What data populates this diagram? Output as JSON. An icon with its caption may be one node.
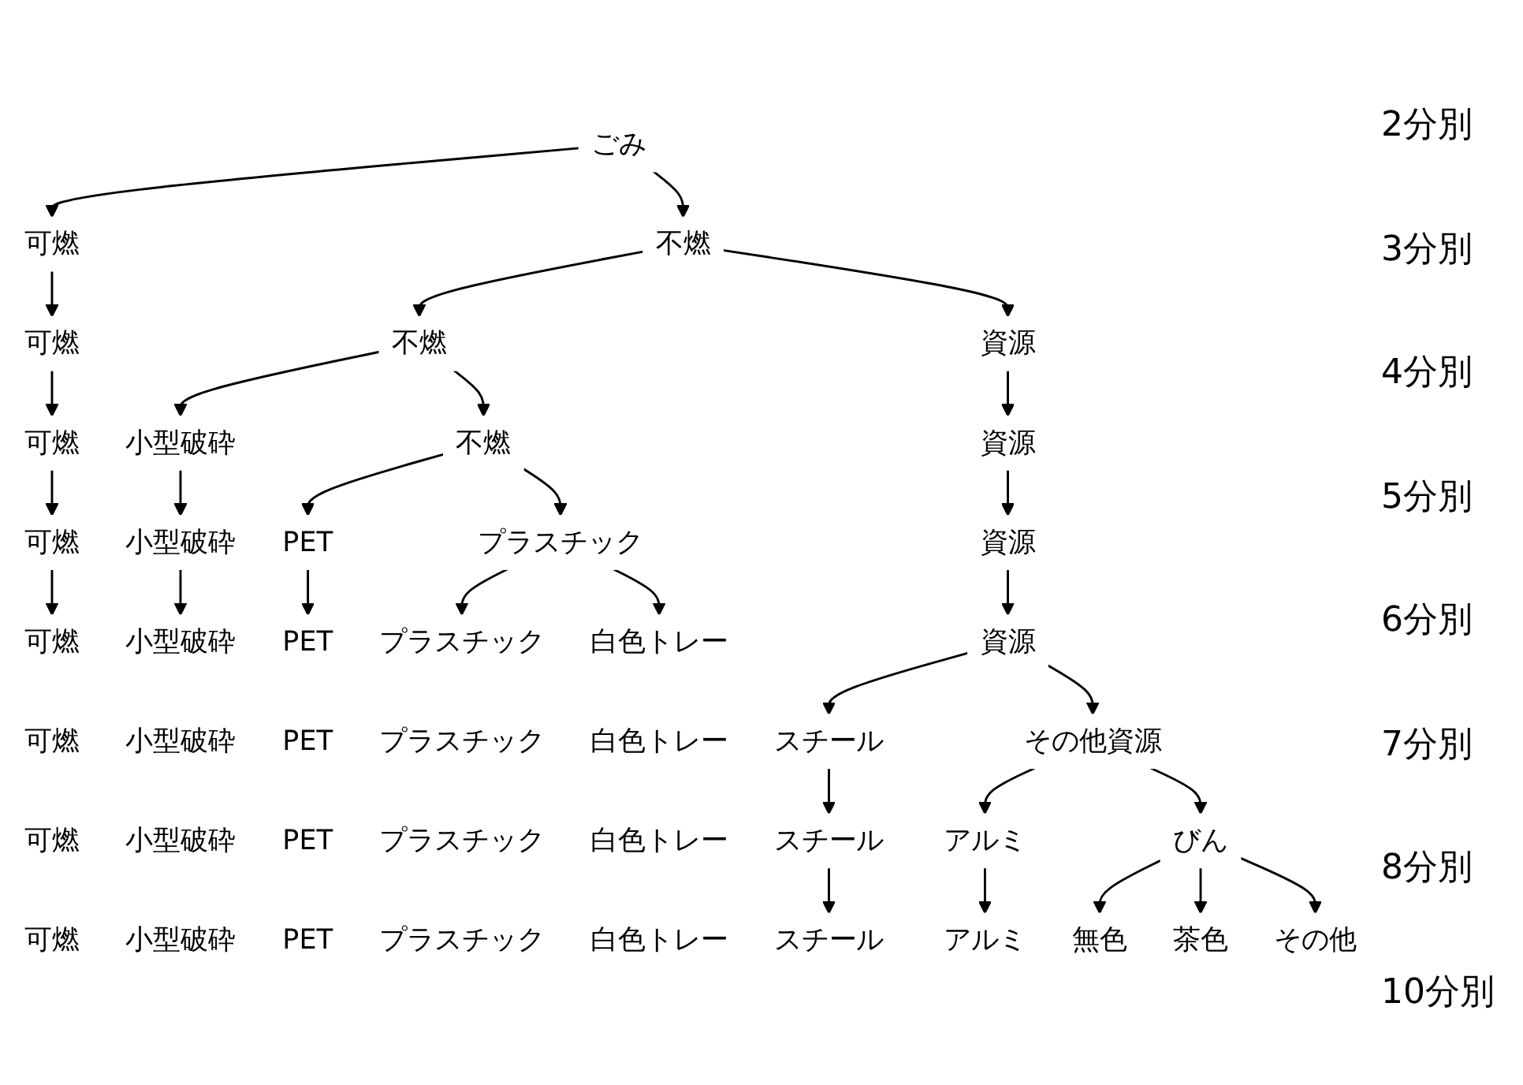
{
  "diagram": {
    "nodes": [
      {
        "text": [
          "ごみ"
        ]
      },
      {
        "text": [
          "可燃"
        ]
      },
      {
        "text": [
          "不燃"
        ]
      },
      {
        "text": [
          "可燃"
        ]
      },
      {
        "text": [
          "不燃"
        ]
      },
      {
        "text": [
          "資源"
        ]
      },
      {
        "text": [
          "可燃"
        ]
      },
      {
        "text": [
          "小型破砕"
        ]
      },
      {
        "text": [
          "不燃"
        ]
      },
      {
        "text": [
          "資源"
        ]
      },
      {
        "text": [
          "可燃"
        ]
      },
      {
        "text": [
          "小型破砕"
        ]
      },
      {
        "text": [
          "PET"
        ]
      },
      {
        "text": [
          "プラスチック"
        ]
      },
      {
        "text": [
          "資源"
        ]
      },
      {
        "text": [
          "可燃"
        ]
      },
      {
        "text": [
          "小型破砕"
        ]
      },
      {
        "text": [
          "PET"
        ]
      },
      {
        "text": [
          "プラスチック"
        ]
      },
      {
        "text": [
          "白色トレー"
        ]
      },
      {
        "text": [
          "資源"
        ]
      },
      {
        "text": [
          "可燃"
        ]
      },
      {
        "text": [
          "小型破砕"
        ]
      },
      {
        "text": [
          "PET"
        ]
      },
      {
        "text": [
          "プラスチック"
        ]
      },
      {
        "text": [
          "白色トレー"
        ]
      },
      {
        "text": [
          "スチール"
        ]
      },
      {
        "text": [
          "その他資源"
        ]
      },
      {
        "text": [
          "可燃"
        ]
      },
      {
        "text": [
          "小型破砕"
        ]
      },
      {
        "text": [
          "PET"
        ]
      },
      {
        "text": [
          "プラスチック"
        ]
      },
      {
        "text": [
          "白色トレー"
        ]
      },
      {
        "text": [
          "スチール"
        ]
      },
      {
        "text": [
          "アルミ"
        ]
      },
      {
        "text": [
          "びん"
        ]
      },
      {
        "text": [
          "可燃"
        ]
      },
      {
        "text": [
          "小型破砕"
        ]
      },
      {
        "text": [
          "PET"
        ]
      },
      {
        "text": [
          "プラスチック"
        ]
      },
      {
        "text": [
          "白色トレー"
        ]
      },
      {
        "text": [
          "スチール"
        ]
      },
      {
        "text": [
          "アルミ"
        ]
      },
      {
        "text": [
          "無色"
        ]
      },
      {
        "text": [
          "茶色"
        ]
      },
      {
        "text": [
          "その他"
        ]
      }
    ],
    "edges": [
      {
        "from": 0,
        "to": 1,
        "arrow": "to"
      },
      {
        "from": 0,
        "to": 2,
        "arrow": "to"
      },
      {
        "from": 1,
        "to": 3,
        "arrow": "to"
      },
      {
        "from": 2,
        "to": 4,
        "arrow": "to"
      },
      {
        "from": 2,
        "to": 5,
        "arrow": "to"
      },
      {
        "from": 3,
        "to": 6,
        "arrow": "to"
      },
      {
        "from": 4,
        "to": 7,
        "arrow": "to"
      },
      {
        "from": 4,
        "to": 8,
        "arrow": "to"
      },
      {
        "from": 5,
        "to": 9,
        "arrow": "to"
      },
      {
        "from": 6,
        "to": 10,
        "arrow": "to"
      },
      {
        "from": 7,
        "to": 11,
        "arrow": "to"
      },
      {
        "from": 8,
        "to": 12,
        "arrow": "to"
      },
      {
        "from": 8,
        "to": 13,
        "arrow": "to"
      },
      {
        "from": 9,
        "to": 14,
        "arrow": "to"
      },
      {
        "from": 10,
        "to": 15,
        "arrow": "to"
      },
      {
        "from": 11,
        "to": 16,
        "arrow": "to"
      },
      {
        "from": 12,
        "to": 17,
        "arrow": "to"
      },
      {
        "from": 13,
        "to": 18,
        "arrow": "to"
      },
      {
        "from": 13,
        "to": 19,
        "arrow": "to"
      },
      {
        "from": 14,
        "to": 20,
        "arrow": "to"
      },
      {
        "from": 20,
        "to": 26,
        "arrow": "to"
      },
      {
        "from": 20,
        "to": 27,
        "arrow": "to"
      },
      {
        "from": 26,
        "to": 33,
        "arrow": "to"
      },
      {
        "from": 27,
        "to": 34,
        "arrow": "to"
      },
      {
        "from": 27,
        "to": 35,
        "arrow": "to"
      },
      {
        "from": 33,
        "to": 41,
        "arrow": "to"
      },
      {
        "from": 34,
        "to": 42,
        "arrow": "to"
      },
      {
        "from": 35,
        "to": 43,
        "arrow": "to"
      },
      {
        "from": 35,
        "to": 44,
        "arrow": "to"
      },
      {
        "from": 35,
        "to": 45,
        "arrow": "to"
      }
    ],
    "labels": [
      "2分別",
      "3分別",
      "4分別",
      "5分別",
      "6分別",
      "7分別",
      "8分別",
      "10分別"
    ]
  }
}
